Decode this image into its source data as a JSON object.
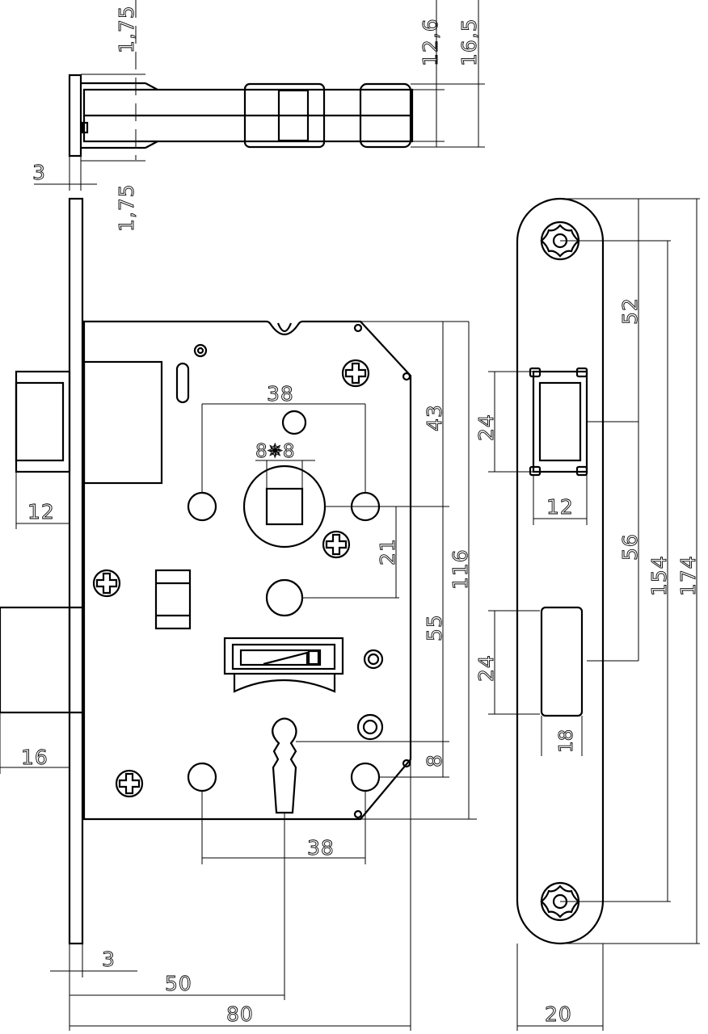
{
  "dimensions": {
    "top_1_75_a": "1,75",
    "top_1_75_b": "1,75",
    "top_3": "3",
    "top_12_6": "12,6",
    "top_16_5": "16,5",
    "latch_12": "12",
    "bolt_16": "16",
    "spindle_hole_spacing_38": "38",
    "spindle_8x8": "8✵8",
    "dim_43": "43",
    "dim_21": "21",
    "dim_55": "55",
    "dim_116": "116",
    "dim_8": "8",
    "key_hole_spacing_38": "38",
    "front_3": "3",
    "backset_50": "50",
    "depth_80": "80",
    "plate_52": "52",
    "plate_24_a": "24",
    "plate_12": "12",
    "plate_56": "56",
    "plate_154": "154",
    "plate_174": "174",
    "plate_24_b": "24",
    "plate_18": "18",
    "plate_20": "20"
  }
}
